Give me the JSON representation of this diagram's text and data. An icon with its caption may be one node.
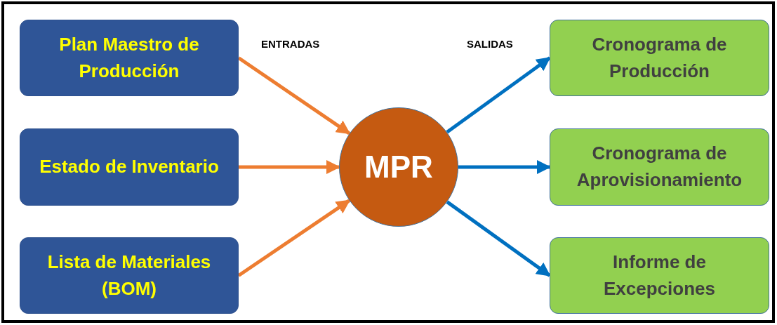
{
  "diagram": {
    "nodes": [
      {
        "text": [
          "Plan Maestro de Producción"
        ]
      },
      {
        "text": [
          "Estado de Inventario"
        ]
      },
      {
        "text": [
          "Lista de Materiales (BOM)"
        ]
      },
      {
        "text": [
          "MPR"
        ]
      },
      {
        "text": [
          "Cronograma de Producción"
        ]
      },
      {
        "text": [
          "Cronograma de Aprovisionamiento"
        ]
      },
      {
        "text": [
          "Informe de Excepciones"
        ]
      }
    ],
    "edges": [
      {
        "from": 0,
        "to": 3,
        "arrow": "to",
        "color": "#ed7d31"
      },
      {
        "from": 1,
        "to": 3,
        "arrow": "to",
        "color": "#ed7d31"
      },
      {
        "from": 2,
        "to": 3,
        "arrow": "to",
        "color": "#ed7d31"
      },
      {
        "from": 3,
        "to": 4,
        "arrow": "to",
        "color": "#0070c0"
      },
      {
        "from": 3,
        "to": 5,
        "arrow": "to",
        "color": "#0070c0"
      },
      {
        "from": 3,
        "to": 6,
        "arrow": "to",
        "color": "#0070c0"
      }
    ],
    "labels": [
      "ENTRADAS",
      "SALIDAS"
    ]
  }
}
